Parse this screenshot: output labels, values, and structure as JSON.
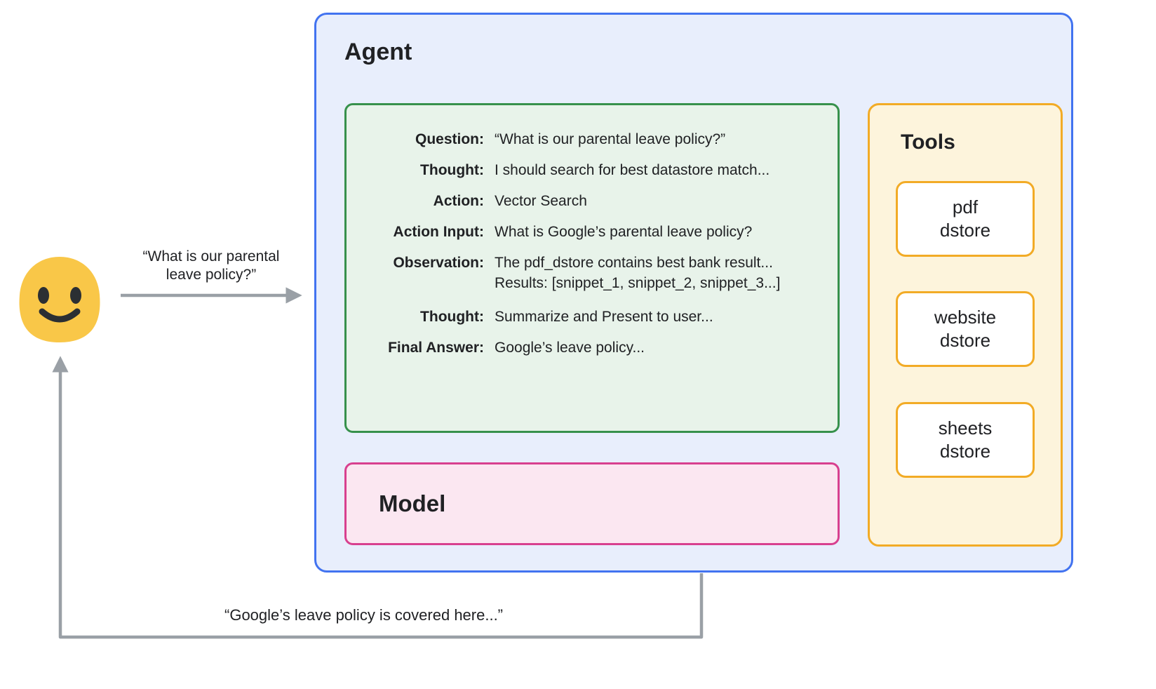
{
  "user": {
    "avatar": "smiley-blob-emoji"
  },
  "request": {
    "line1": "“What is our parental",
    "line2": "leave policy?”"
  },
  "response": {
    "label": "“Google’s leave policy is covered here...”"
  },
  "agent": {
    "title": "Agent",
    "trace": {
      "rows": [
        {
          "label": "Question:",
          "value": "“What is our parental leave policy?”"
        },
        {
          "label": "Thought:",
          "value": "I should search for best datastore match..."
        },
        {
          "label": "Action:",
          "value": "Vector Search"
        },
        {
          "label": "Action Input:",
          "value": "What is Google’s parental leave policy?"
        },
        {
          "label": "Observation:",
          "value": "The pdf_dstore contains best bank result...",
          "value2": "Results: [snippet_1, snippet_2, snippet_3...]"
        },
        {
          "label": "Thought:",
          "value": "Summarize and Present to user..."
        },
        {
          "label": "Final Answer:",
          "value": "Google’s leave policy..."
        }
      ]
    },
    "model": {
      "title": "Model"
    },
    "tools": {
      "title": "Tools",
      "items": [
        {
          "line1": "pdf",
          "line2": "dstore"
        },
        {
          "line1": "website",
          "line2": "dstore"
        },
        {
          "line1": "sheets",
          "line2": "dstore"
        }
      ]
    }
  },
  "colors": {
    "agent_fill": "#e8eefc",
    "agent_border": "#4273f0",
    "trace_fill": "#e8f3ea",
    "trace_border": "#37914c",
    "model_fill": "#fbe7f1",
    "model_border": "#d8408f",
    "tools_fill": "#fdf4dc",
    "tools_border": "#f2ab26",
    "tool_card_fill": "#ffffff",
    "arrow_gray": "#9aa0a6",
    "emoji_yellow": "#f9c748",
    "text": "#202124"
  }
}
